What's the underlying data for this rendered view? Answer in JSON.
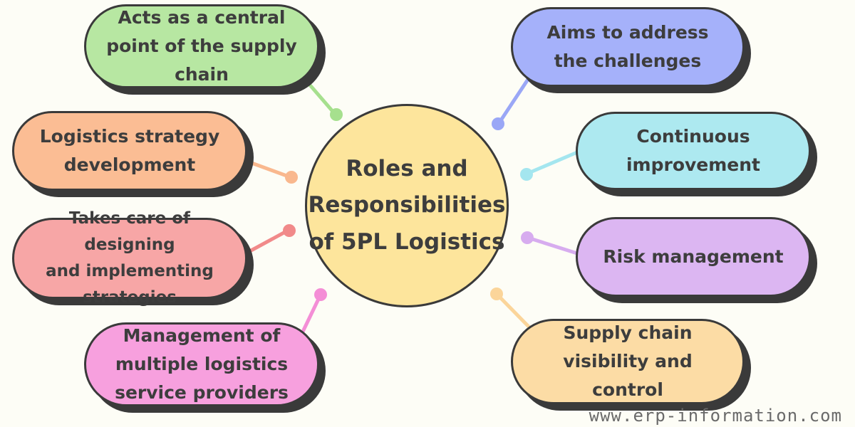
{
  "center": {
    "lines": [
      "Roles and",
      "Responsibilities",
      "of 5PL Logistics"
    ],
    "color": "#fde59c"
  },
  "nodes": {
    "central_point": {
      "lines": [
        "Acts as a central",
        "point of the supply",
        "chain"
      ],
      "color": "#b7e7a2"
    },
    "strategy_development": {
      "lines": [
        "Logistics strategy",
        "development"
      ],
      "color": "#fbbd94"
    },
    "designing_implementing": {
      "lines": [
        "Takes care of designing",
        "and implementing",
        "strategies"
      ],
      "color": "#f7a6a6"
    },
    "multiple_providers": {
      "lines": [
        "Management of",
        "multiple logistics",
        "service providers"
      ],
      "color": "#f7a0de"
    },
    "address_challenges": {
      "lines": [
        "Aims to address",
        "the challenges"
      ],
      "color": "#a5b1fa"
    },
    "continuous_improvement": {
      "lines": [
        "Continuous",
        "improvement"
      ],
      "color": "#ade9f0"
    },
    "risk_management": {
      "lines": [
        "Risk management"
      ],
      "color": "#dcb6f2"
    },
    "visibility_control": {
      "lines": [
        "Supply chain",
        "visibility and",
        "control"
      ],
      "color": "#fcdca5"
    }
  },
  "connector_colors": {
    "central_point": "#a6e08e",
    "strategy_development": "#f9b88e",
    "designing_implementing": "#f18a8a",
    "multiple_providers": "#f48ed6",
    "address_challenges": "#9aa7f6",
    "continuous_improvement": "#a4e6ef",
    "risk_management": "#d7acef",
    "visibility_control": "#fbd59a"
  },
  "watermark": "www.erp-information.com"
}
